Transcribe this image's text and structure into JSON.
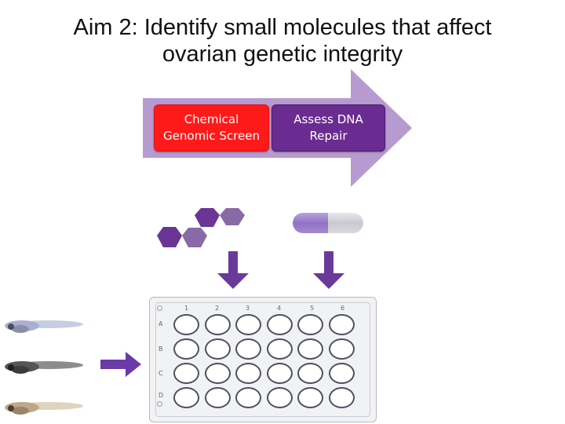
{
  "title": {
    "line1": "Aim 2: Identify small molecules that affect",
    "line2": "ovarian genetic integrity"
  },
  "process": {
    "step1": {
      "line1": "Chemical",
      "line2": "Genomic Screen"
    },
    "step2": {
      "line1": "Assess DNA",
      "line2": "Repair"
    }
  },
  "plate": {
    "columns": [
      "1",
      "2",
      "3",
      "4",
      "5",
      "6"
    ],
    "rows": [
      "A",
      "B",
      "C",
      "D"
    ]
  },
  "colors": {
    "arrow_band": "#b79bd0",
    "step1": "#ff1a1a",
    "step2": "#6a2c91",
    "hexagon_dark": "#6b3595",
    "hexagon_light": "#8a6aa6",
    "down_arrow": "#6a3a9a",
    "right_arrow": "#6a3aa8"
  },
  "icons": [
    "molecule-hexagon-icon",
    "capsule-pill-icon",
    "zebrafish-larva-icon",
    "down-arrow-icon",
    "right-arrow-icon",
    "well-plate-icon"
  ]
}
